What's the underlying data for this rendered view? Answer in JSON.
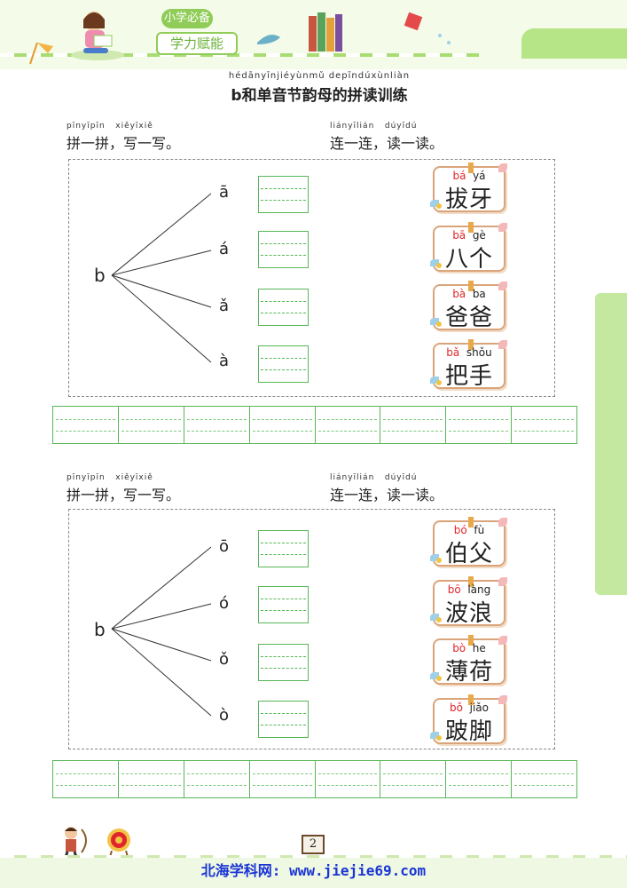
{
  "header": {
    "badge_top": "小学必备",
    "badge_bottom": "学力赋能"
  },
  "title": {
    "pinyin": "hédānyīnjiéyùnmǔ depīndúxùnliàn",
    "text": "b和单音节韵母的拼读训练"
  },
  "sections": [
    {
      "instr_left_pinyin": "pīnyīpīn   xiěyīxiě",
      "instr_left": "拼一拼，写一写。",
      "instr_right_pinyin": "liányīlián   dúyīdú",
      "instr_right": "连一连，读一读。",
      "consonant": "b",
      "vowels": [
        "ā",
        "á",
        "ǎ",
        "à"
      ],
      "cards": [
        {
          "py1": "bá",
          "py2": "yá",
          "zh": "拔牙"
        },
        {
          "py1": "bā",
          "py2": "gè",
          "zh": "八个"
        },
        {
          "py1": "bà",
          "py2": "ba",
          "zh": "爸爸"
        },
        {
          "py1": "bǎ",
          "py2": "shǒu",
          "zh": "把手"
        }
      ]
    },
    {
      "instr_left_pinyin": "pīnyīpīn   xiěyīxiě",
      "instr_left": "拼一拼，写一写。",
      "instr_right_pinyin": "liányīlián   dúyīdú",
      "instr_right": "连一连，读一读。",
      "consonant": "b",
      "vowels": [
        "ō",
        "ó",
        "ǒ",
        "ò"
      ],
      "cards": [
        {
          "py1": "bó",
          "py2": "fù",
          "zh": "伯父"
        },
        {
          "py1": "bō",
          "py2": "làng",
          "zh": "波浪"
        },
        {
          "py1": "bò",
          "py2": "he",
          "zh": "薄荷"
        },
        {
          "py1": "bǒ",
          "py2": "jiǎo",
          "zh": "跛脚"
        }
      ]
    }
  ],
  "page_number": "2",
  "footer": "北海学科网: www.jiejie69.com",
  "colors": {
    "green_line": "#57b757",
    "red_pinyin": "#e0262a",
    "footer_blue": "#1a34d6",
    "card_border": "#d9a47a"
  }
}
